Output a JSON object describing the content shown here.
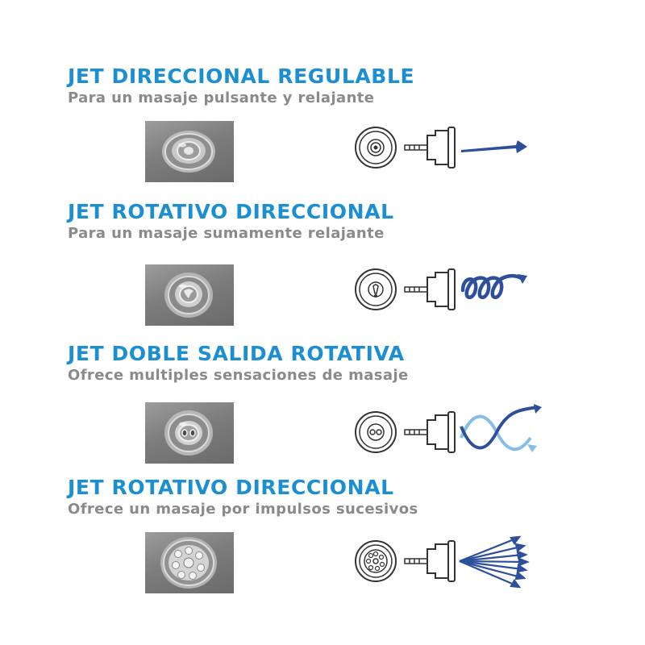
{
  "colors": {
    "title": "#1b8fd1",
    "subtitle": "#8a8a8a",
    "flow_dark": "#2d4f9c",
    "flow_light": "#86bde6"
  },
  "jets": [
    {
      "title": "JET DIRECCIONAL REGULABLE",
      "subtitle": "Para un masaje pulsante y relajante",
      "photo_icon": "single-nozzle-jet-photo",
      "diagram_icon": "straight-arrow-flow-icon"
    },
    {
      "title": "JET ROTATIVO DIRECCIONAL",
      "subtitle": "Para un masaje sumamente relajante",
      "photo_icon": "rotating-nozzle-jet-photo",
      "diagram_icon": "spiral-flow-icon"
    },
    {
      "title": "JET DOBLE SALIDA ROTATIVA",
      "subtitle": "Ofrece multiples sensaciones de masaje",
      "photo_icon": "double-outlet-jet-photo",
      "diagram_icon": "double-helix-flow-icon"
    },
    {
      "title": "JET ROTATIVO DIRECCIONAL",
      "subtitle": "Ofrece un masaje por impulsos sucesivos",
      "photo_icon": "multi-hole-jet-photo",
      "diagram_icon": "multi-arrow-spray-icon"
    }
  ]
}
